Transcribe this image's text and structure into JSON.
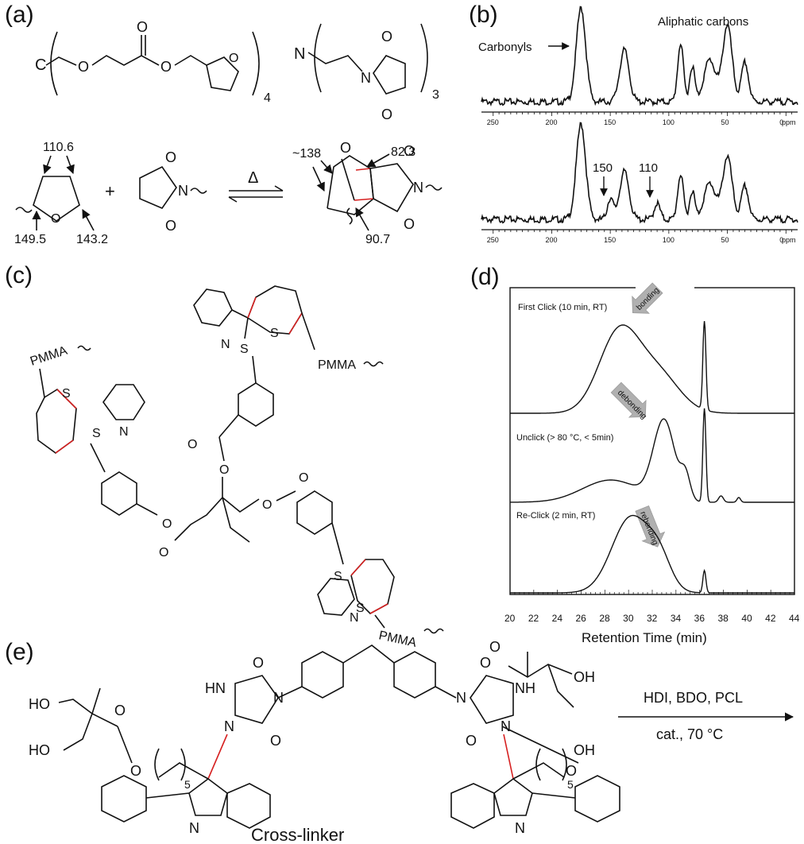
{
  "panels": {
    "a": "(a)",
    "b": "(b)",
    "c": "(c)",
    "d": "(d)",
    "e": "(e)"
  },
  "panel_a": {
    "core_atom": "C",
    "count_4": "4",
    "amine_atom": "N",
    "count_3": "3",
    "shift_110": "110.6",
    "shift_1495": "149.5",
    "shift_1432": "143.2",
    "plus": "+",
    "heat": "Δ",
    "shift_138": "~138",
    "shift_823": "82.3",
    "shift_907": "90.7",
    "atom_O": "O",
    "atom_N": "N"
  },
  "panel_b": {
    "carbonyls": "Carbonyls",
    "aliphatic": "Aliphatic carbons",
    "peak_150": "150",
    "peak_110": "110",
    "ppm": "ppm",
    "ticks": [
      "250",
      "200",
      "150",
      "100",
      "50",
      "0"
    ]
  },
  "panel_c": {
    "pmma": "PMMA",
    "atom_S": "S",
    "atom_N": "N",
    "atom_O": "O"
  },
  "panel_d": {
    "trace1": "First Click (10 min, RT)",
    "trace2": "Unclick (> 80 °C, < 5min)",
    "trace3": "Re-Click (2 min, RT)",
    "arrow1": "bonding",
    "arrow2": "debonding",
    "arrow3": "rebonding",
    "xlabel": "Retention Time (min)",
    "ticks": [
      "20",
      "22",
      "24",
      "26",
      "28",
      "30",
      "32",
      "34",
      "36",
      "38",
      "40",
      "42",
      "44"
    ]
  },
  "panel_e": {
    "ho": "HO",
    "oh": "OH",
    "atom_O": "O",
    "atom_N": "N",
    "nh": "NH",
    "hn": "HN",
    "sub5": "5",
    "reagents": "HDI, BDO, PCL",
    "conditions": "cat., 70 °C",
    "caption": "Cross-linker"
  }
}
